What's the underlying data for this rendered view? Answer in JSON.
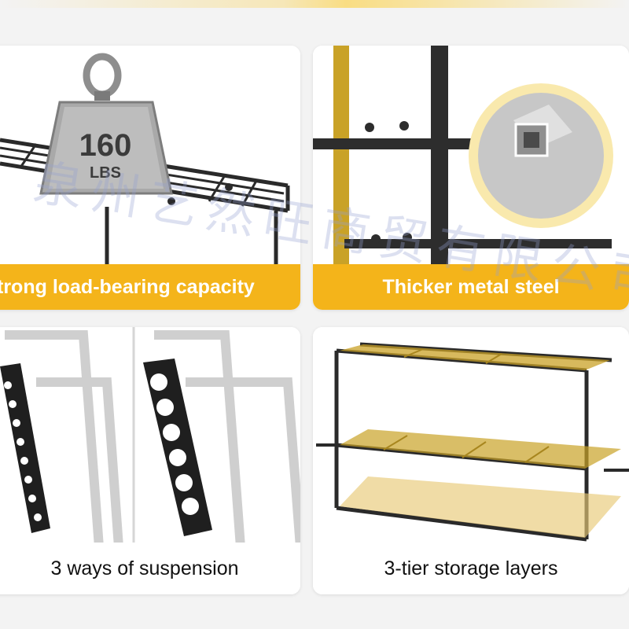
{
  "panels": {
    "load": {
      "caption": "trong load-bearing capacity",
      "weight_number": "160",
      "weight_unit": "LBS"
    },
    "steel": {
      "caption": "Thicker metal steel"
    },
    "suspension": {
      "caption": "3 ways of suspension"
    },
    "tiers": {
      "caption": "3-tier storage layers"
    }
  },
  "watermark": "泉州艺然旺商贸有限公司",
  "colors": {
    "accent": "#f4b41a",
    "gold_metal": "#c9a227",
    "frame_dark": "#2a2a2a"
  }
}
